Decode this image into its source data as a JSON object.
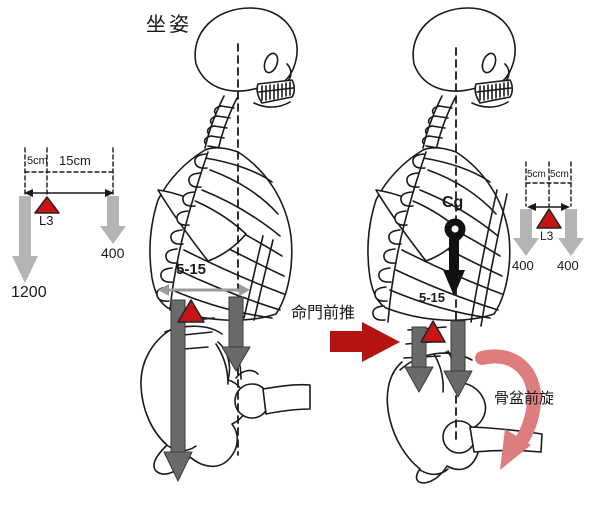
{
  "labels": {
    "posture": "坐姿",
    "push": "命門前推",
    "rotation": "骨盆前旋"
  },
  "left_diagram": {
    "dim_short": "5cm",
    "dim_long": "15cm",
    "fulcrum": "L3",
    "force_left": "1200",
    "force_right": "400"
  },
  "right_diagram": {
    "dim_left": "5cm",
    "dim_right": "5cm",
    "fulcrum": "L3",
    "force_left": "400",
    "force_right": "400"
  },
  "left_figure": {
    "lumbar_range": "5-15"
  },
  "right_figure": {
    "cg": "Cg",
    "lumbar_range": "5-15"
  },
  "colors": {
    "triangle_red": "#c81414",
    "push_red": "#b51212",
    "pink": "#de7d7d",
    "arrow_light": "#b4b4b4",
    "arrow_dark": "#6a6a6a",
    "measure_gray": "#9b9b9b",
    "ink": "#1a1a1a"
  }
}
